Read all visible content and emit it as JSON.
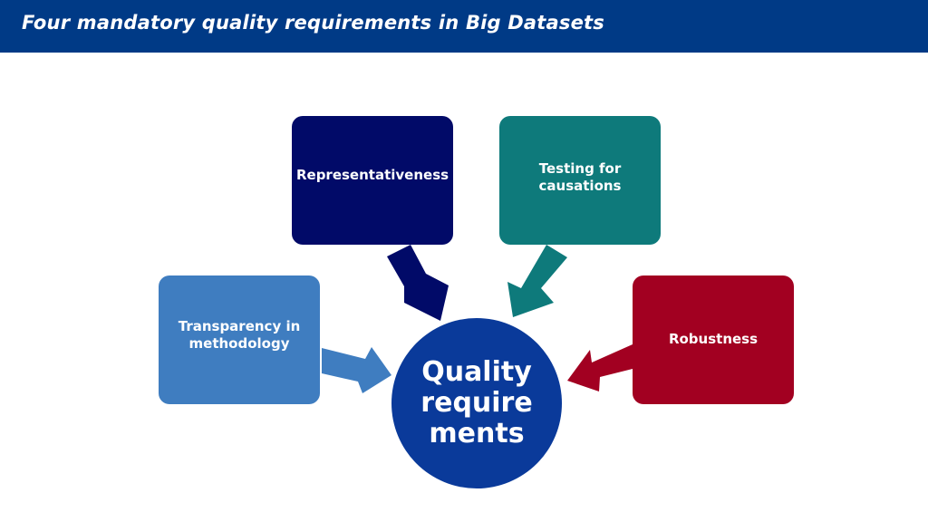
{
  "slide": {
    "title": "Four mandatory quality requirements in Big Datasets"
  },
  "diagram": {
    "center": {
      "label": "Quality require ments",
      "color": "#0a3a9a"
    },
    "requirements": [
      {
        "label": "Representativeness",
        "color": "#010a68"
      },
      {
        "label": "Testing for causations",
        "color": "#0e7a7b"
      },
      {
        "label": "Transparency in methodology",
        "color": "#3f7dc0"
      },
      {
        "label": "Robustness",
        "color": "#a20021"
      }
    ]
  },
  "colors": {
    "title_bar": "#003a86",
    "title_text": "#ffffff",
    "background": "#ffffff"
  }
}
